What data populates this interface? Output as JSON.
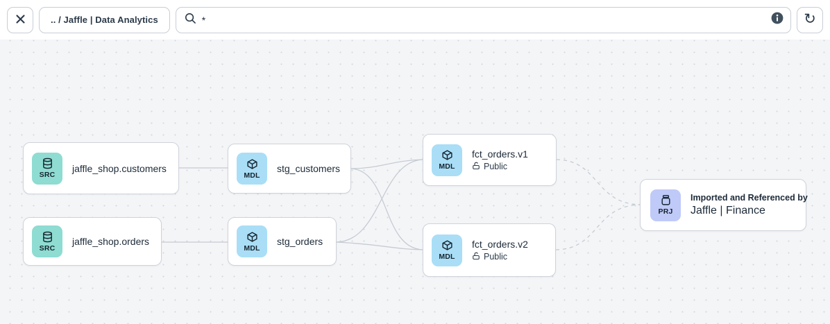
{
  "toolbar": {
    "breadcrumb": ".. / Jaffle | Data Analytics",
    "search": {
      "value": "*"
    },
    "refresh_icon_char": "↻",
    "icons": [
      "close-icon",
      "search-icon",
      "info-icon",
      "refresh-icon"
    ]
  },
  "canvas": {
    "nodes": [
      {
        "id": "src-customers",
        "type": "SRC",
        "label": "jaffle_shop.customers"
      },
      {
        "id": "src-orders",
        "type": "SRC",
        "label": "jaffle_shop.orders"
      },
      {
        "id": "stg-customers",
        "type": "MDL",
        "label": "stg_customers"
      },
      {
        "id": "stg-orders",
        "type": "MDL",
        "label": "stg_orders"
      },
      {
        "id": "fct-orders-v1",
        "type": "MDL",
        "label": "fct_orders.v1",
        "access": "Public"
      },
      {
        "id": "fct-orders-v2",
        "type": "MDL",
        "label": "fct_orders.v2",
        "access": "Public"
      },
      {
        "id": "prj-finance",
        "type": "PRJ",
        "label_top": "Imported and Referenced by",
        "label": "Jaffle | Finance"
      }
    ],
    "edges": [
      {
        "from": "jaffle_shop.customers",
        "to": "stg_customers",
        "style": "solid"
      },
      {
        "from": "jaffle_shop.orders",
        "to": "stg_orders",
        "style": "solid"
      },
      {
        "from": "stg_customers",
        "to": "fct_orders.v1",
        "style": "solid"
      },
      {
        "from": "stg_customers",
        "to": "fct_orders.v2",
        "style": "solid"
      },
      {
        "from": "stg_orders",
        "to": "fct_orders.v1",
        "style": "solid"
      },
      {
        "from": "stg_orders",
        "to": "fct_orders.v2",
        "style": "solid"
      },
      {
        "from": "fct_orders.v1",
        "to": "Jaffle | Finance",
        "style": "dashed"
      },
      {
        "from": "fct_orders.v2",
        "to": "Jaffle | Finance",
        "style": "dashed"
      }
    ]
  },
  "colors": {
    "source_badge": "#8edcd2",
    "model_badge": "#a9def6",
    "project_badge": "#bfcaf8",
    "edge": "#c6cbd3",
    "canvas_bg": "#f4f5f7",
    "node_border": "#ced3da",
    "text": "#1c2a38",
    "info_icon_bg": "#42505e"
  }
}
